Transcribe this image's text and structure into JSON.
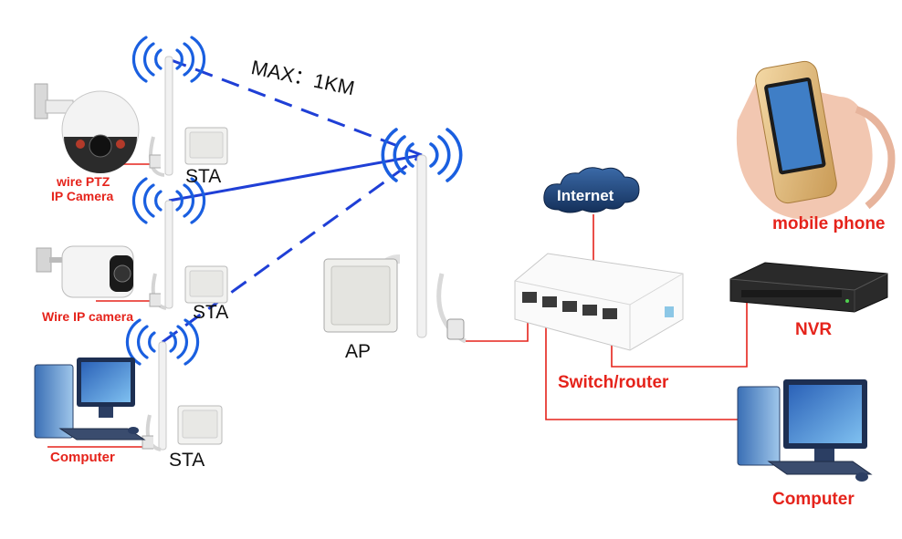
{
  "diagram": {
    "range_label": "MAX：1KM",
    "devices": {
      "sta_top": "STA",
      "sta_mid": "STA",
      "sta_bottom": "STA",
      "ap": "AP",
      "internet": "Internet",
      "switch": "Switch/router",
      "nvr": "NVR",
      "mobile": "mobile phone",
      "computer_right": "Computer",
      "computer_left": "Computer",
      "ptz_line1": "wire PTZ",
      "ptz_line2": "IP Camera",
      "ipcam": "Wire IP camera"
    },
    "colors": {
      "wireless_link": "#1f3fd6",
      "signal_waves": "#1a5fe0",
      "wired_link": "#e5231b",
      "label_red": "#e5231b",
      "internet_cloud": "#1d3c6e"
    }
  }
}
